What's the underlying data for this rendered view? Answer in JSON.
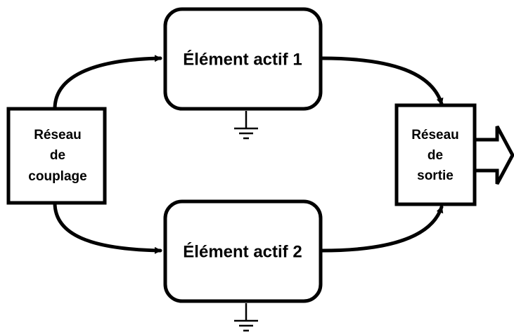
{
  "diagram": {
    "element1": {
      "label": "Élément actif 1"
    },
    "element2": {
      "label": "Élément actif 2"
    },
    "coupling": {
      "lines": [
        "Réseau",
        "de",
        "couplage"
      ]
    },
    "output": {
      "lines": [
        "Réseau",
        "de",
        "sortie"
      ]
    }
  }
}
